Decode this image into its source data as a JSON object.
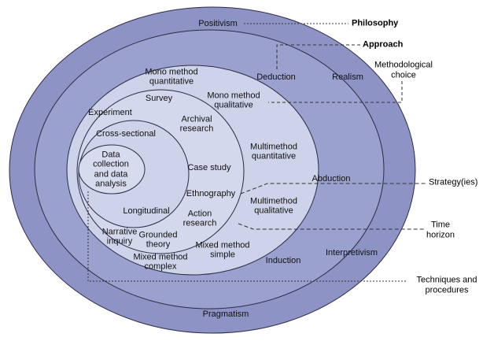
{
  "onion": {
    "philosophy": {
      "positivism": "Positivism",
      "realism": "Realism",
      "interpretivism": "Interpretivism",
      "pragmatism": "Pragmatism"
    },
    "approach": {
      "deduction": "Deduction",
      "abduction": "Abduction",
      "induction": "Induction"
    },
    "methodological_choice": {
      "mono_quant": "Mono method quantitative",
      "mono_qual": "Mono method qualitative",
      "multi_quant": "Multimethod quantitative",
      "multi_qual": "Multimethod qualitative",
      "mixed_simple": "Mixed method simple",
      "mixed_complex": "Mixed method complex"
    },
    "strategies": {
      "survey": "Survey",
      "experiment": "Experiment",
      "archival": "Archival research",
      "case_study": "Case study",
      "ethnography": "Ethnography",
      "action": "Action research",
      "grounded": "Grounded theory",
      "narrative": "Narrative inquiry"
    },
    "time_horizon": {
      "cross_sectional": "Cross-sectional",
      "longitudinal": "Longitudinal"
    },
    "core": {
      "techniques": "Data collection and data analysis"
    }
  },
  "side_labels": {
    "philosophy": "Philosophy",
    "approach": "Approach",
    "methodological_choice": "Methodological choice",
    "strategies": "Strategy(ies)",
    "time_horizon": "Time horizon",
    "techniques": "Techniques and procedures"
  },
  "colors": {
    "ring_philosophy": "#8d94c5",
    "ring_approach": "#9aa1ce",
    "ring_method_choice": "#cdd3e9",
    "ring_strategy": "#d3d8ec",
    "ring_time": "#cdd3e9",
    "ring_core": "#d7dbee",
    "stroke": "#2b2b45",
    "connector": "#333333"
  }
}
